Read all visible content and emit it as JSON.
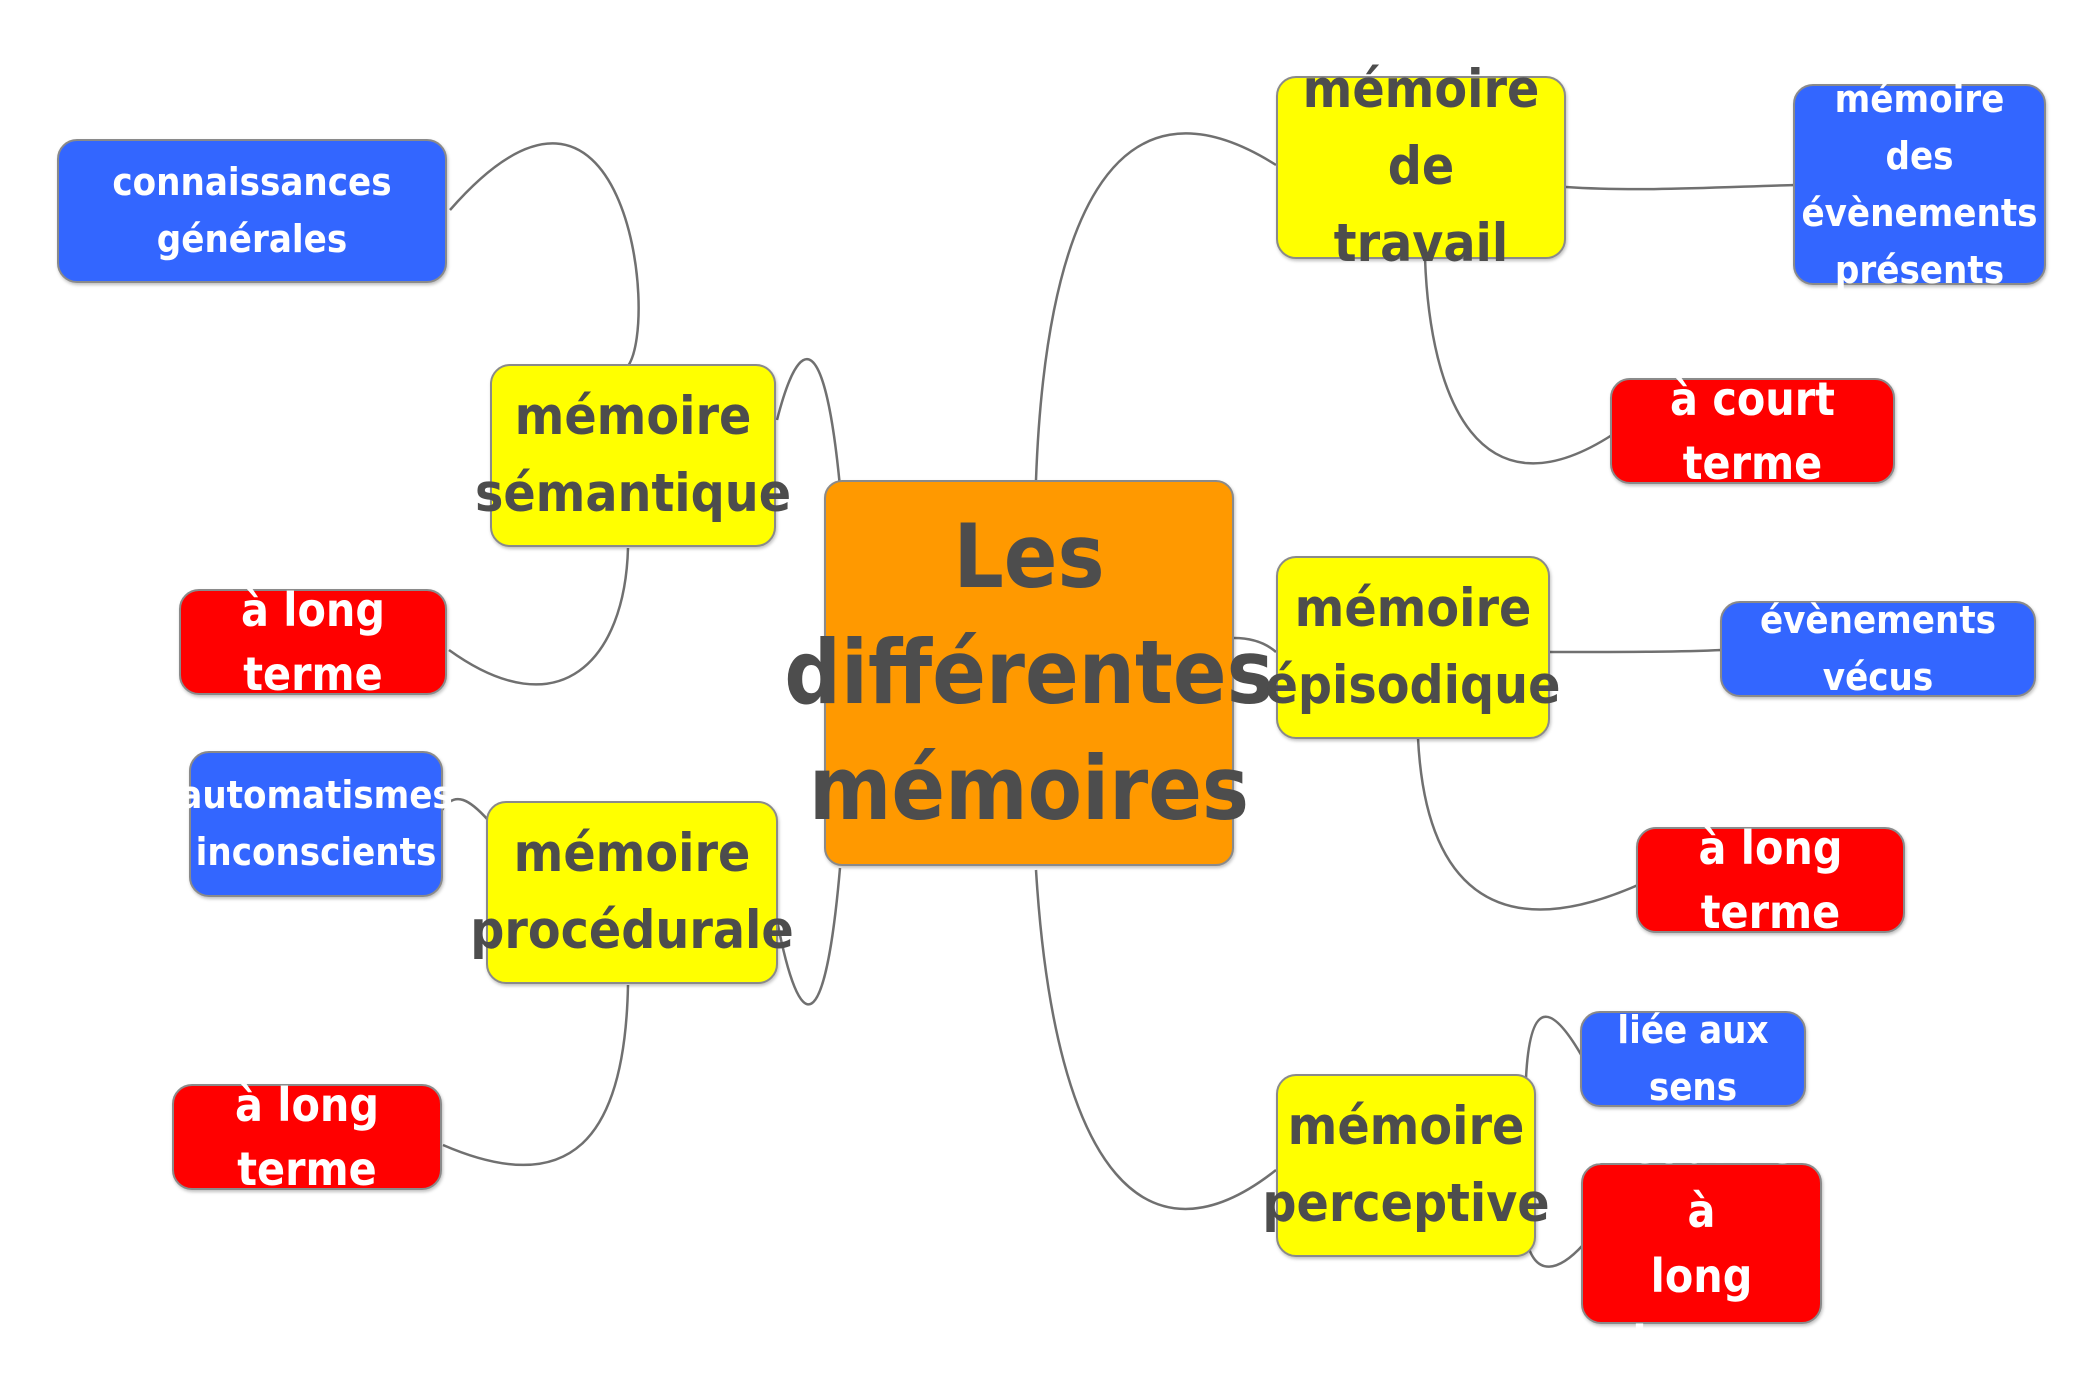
{
  "center": {
    "label": "Les\ndifférentes\nmémoires"
  },
  "colors": {
    "center": "#FF9900",
    "branch": "#FFFF00",
    "blue_leaf": "#3366FF",
    "red_leaf": "#FF0000",
    "link": "#707070"
  },
  "branches": {
    "semantique": {
      "label": "mémoire\nsémantique",
      "description": "connaissances\ngénérales",
      "duration": "à long terme"
    },
    "procedurale": {
      "label": "mémoire\nprocédurale",
      "description": "automatismes\ninconscients",
      "duration": "à long terme"
    },
    "travail": {
      "label": "mémoire de\ntravail",
      "description": "mémoire des\névènements\nprésents",
      "duration": "à court terme"
    },
    "episodique": {
      "label": "mémoire\népisodique",
      "description": "évènements vécus",
      "duration": "à long terme"
    },
    "perceptive": {
      "label": "mémoire\nperceptive",
      "description": "liée aux sens",
      "duration": "à court et à\nlong terme"
    }
  }
}
